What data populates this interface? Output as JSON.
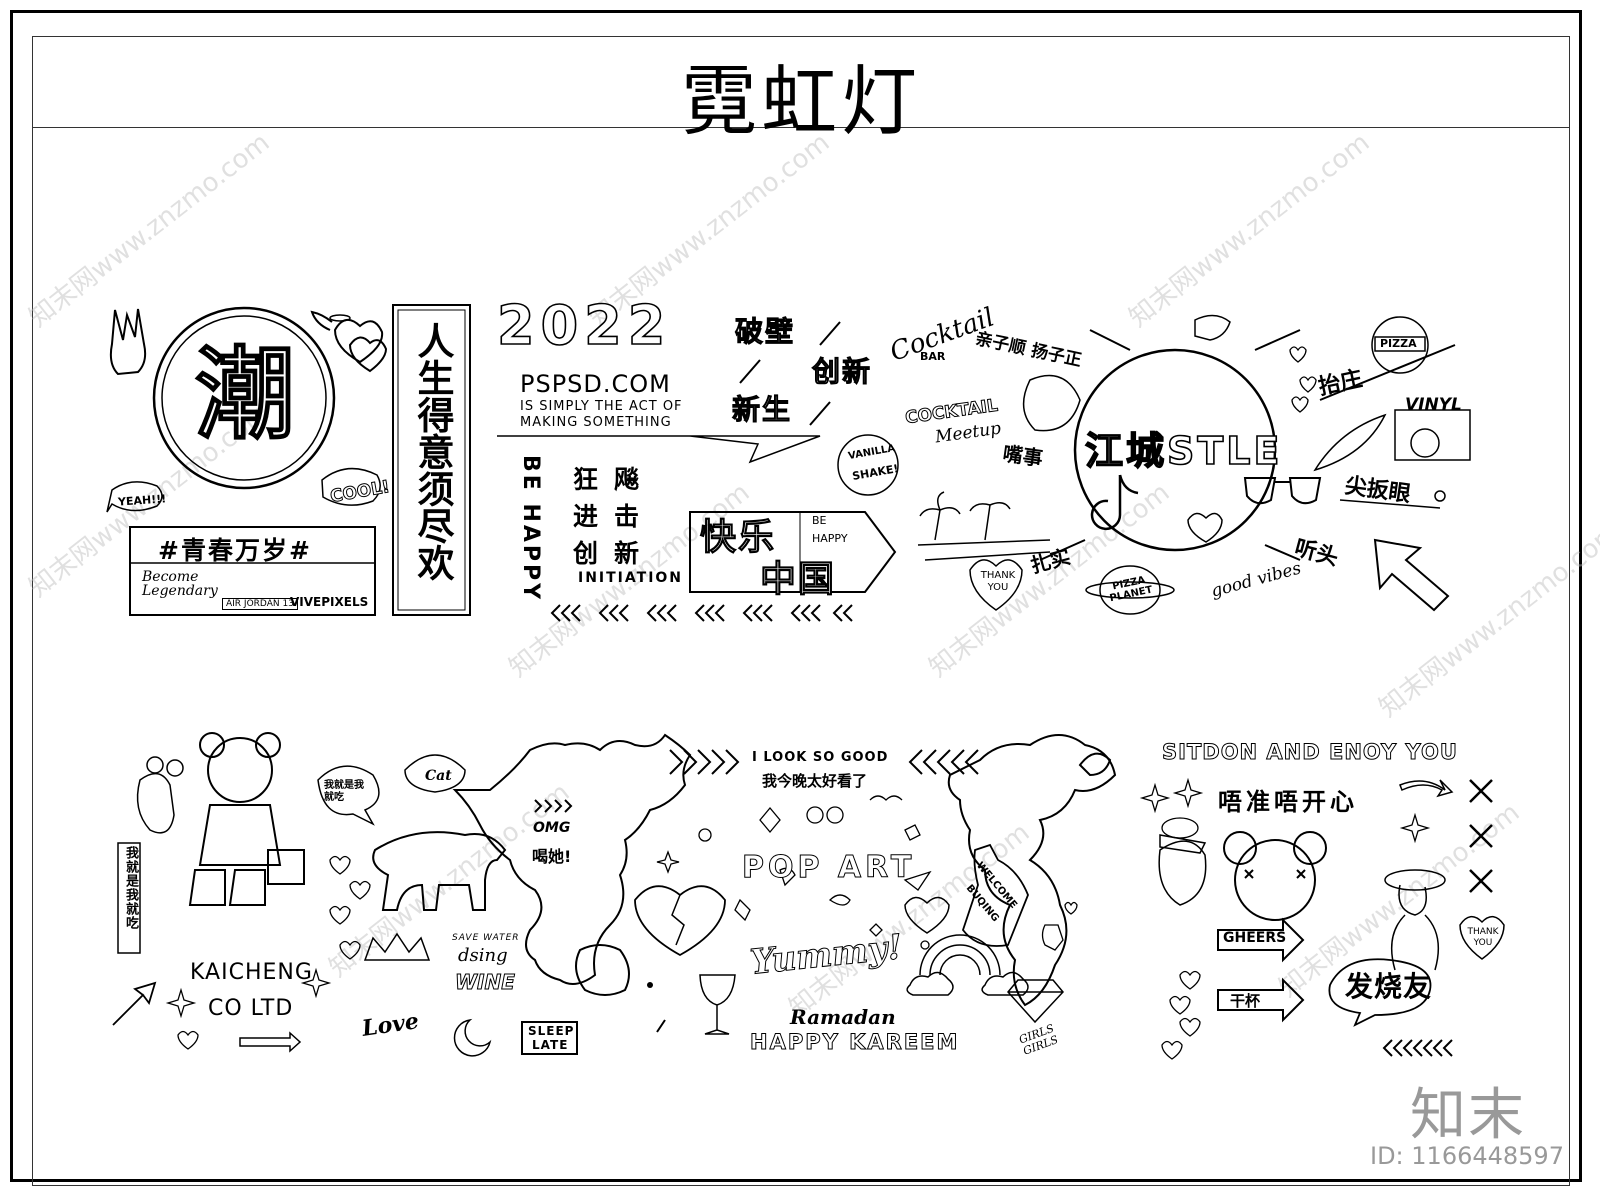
{
  "title": "霓虹灯",
  "panel1": {
    "chao": "潮",
    "qingchun": "#青春万岁#",
    "become_legendary": "Become Legendary",
    "air_jordan": "AIR JORDAN 13",
    "vivepixels": "VIVEPIXELS",
    "yeah": "YEAH!!!",
    "cool": "COOL!",
    "vertical_phrase": "人生得意须尽欢",
    "year": "2022",
    "pspsd": "PSPSD.COM",
    "tagline1": "IS SIMPLY THE ACT OF",
    "tagline2": "MAKING SOMETHING",
    "be_happy_vertical": "BE HAPPY",
    "kuangbiao": "狂飚",
    "jinji": "进击",
    "chuangxin": "创新",
    "initiation": "INITIATION",
    "kuaile": "快乐",
    "zhongguo": "中国",
    "be_happy_small": "BE HAPPY",
    "pobi": "破壁",
    "chuangxin2": "创新",
    "xinsheng": "新生",
    "cocktail_bar": "Cocktail",
    "bar": "BAR",
    "cocktail_meetup": "COCKTAIL",
    "meetup": "Meetup",
    "vanilla_shake1": "VANILLA",
    "vanilla_shake2": "SHAKE!",
    "qinziyuan": "亲子顺 扬子正",
    "fengshi": "嘴事",
    "jiangcheng": "江城STLE",
    "zhashi": "扎实",
    "thank_you": "THANK YOU",
    "pizza_planet": "PIZZA PLANET",
    "good_vibes": "good vibes",
    "taizhuang": "抬庄",
    "pizza": "PIZZA",
    "vinyl": "VINYL",
    "jianbanyan": "尖扳眼",
    "tingtou": "听头"
  },
  "panel2": {
    "kaicheng1": "KAICHENG",
    "kaicheng2": "CO LTD",
    "love": "Love",
    "save_water": "SAVE WATER",
    "dsing": "dsing",
    "wine": "WINE",
    "sleep": "SLEEP",
    "late": "LATE",
    "omg": "OMG",
    "hetao": "喝她!",
    "look_good": "I LOOK SO GOOD",
    "wojin": "我今晚太好看了",
    "pop_art": "POP ART",
    "yummy": "Yummy!",
    "welcome": "WELCOME",
    "buqing": "BUQING",
    "ramadan": "Ramadan",
    "happy_kareem": "HAPPY KAREEM",
    "girls": "GIRLS GIRLS",
    "sitdon": "SITDON AND ENOY YOU",
    "wuzhun": "唔准唔开心",
    "gheers": "GHEERS",
    "ganbei": "干杯",
    "fashao": "发烧友",
    "thank_you2": "THANK YOU",
    "cat": "Cat",
    "bubble": "我就是我就吃"
  },
  "watermark": {
    "brand": "知末",
    "id": "ID: 1166448597",
    "site": "知末网www.znzmo.com"
  }
}
